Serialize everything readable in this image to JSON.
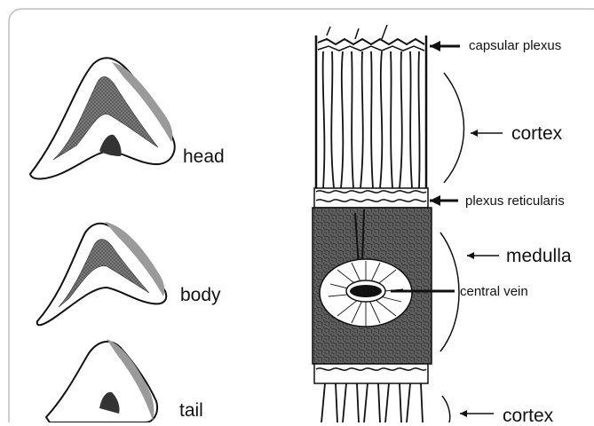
{
  "figure": {
    "labels": {
      "head": "head",
      "body": "body",
      "tail": "tail",
      "capsular_plexus": "capsular plexus",
      "cortex_upper": "cortex",
      "plexus_reticularis": "plexus reticularis",
      "medulla": "medulla",
      "central_vein": "central vein",
      "cortex_lower": "cortex"
    },
    "colors": {
      "ink": "#111111",
      "medulla_fill": "#5a5a5a",
      "gland_shading": "#9a9a9a",
      "border": "#bdbdbd"
    }
  }
}
